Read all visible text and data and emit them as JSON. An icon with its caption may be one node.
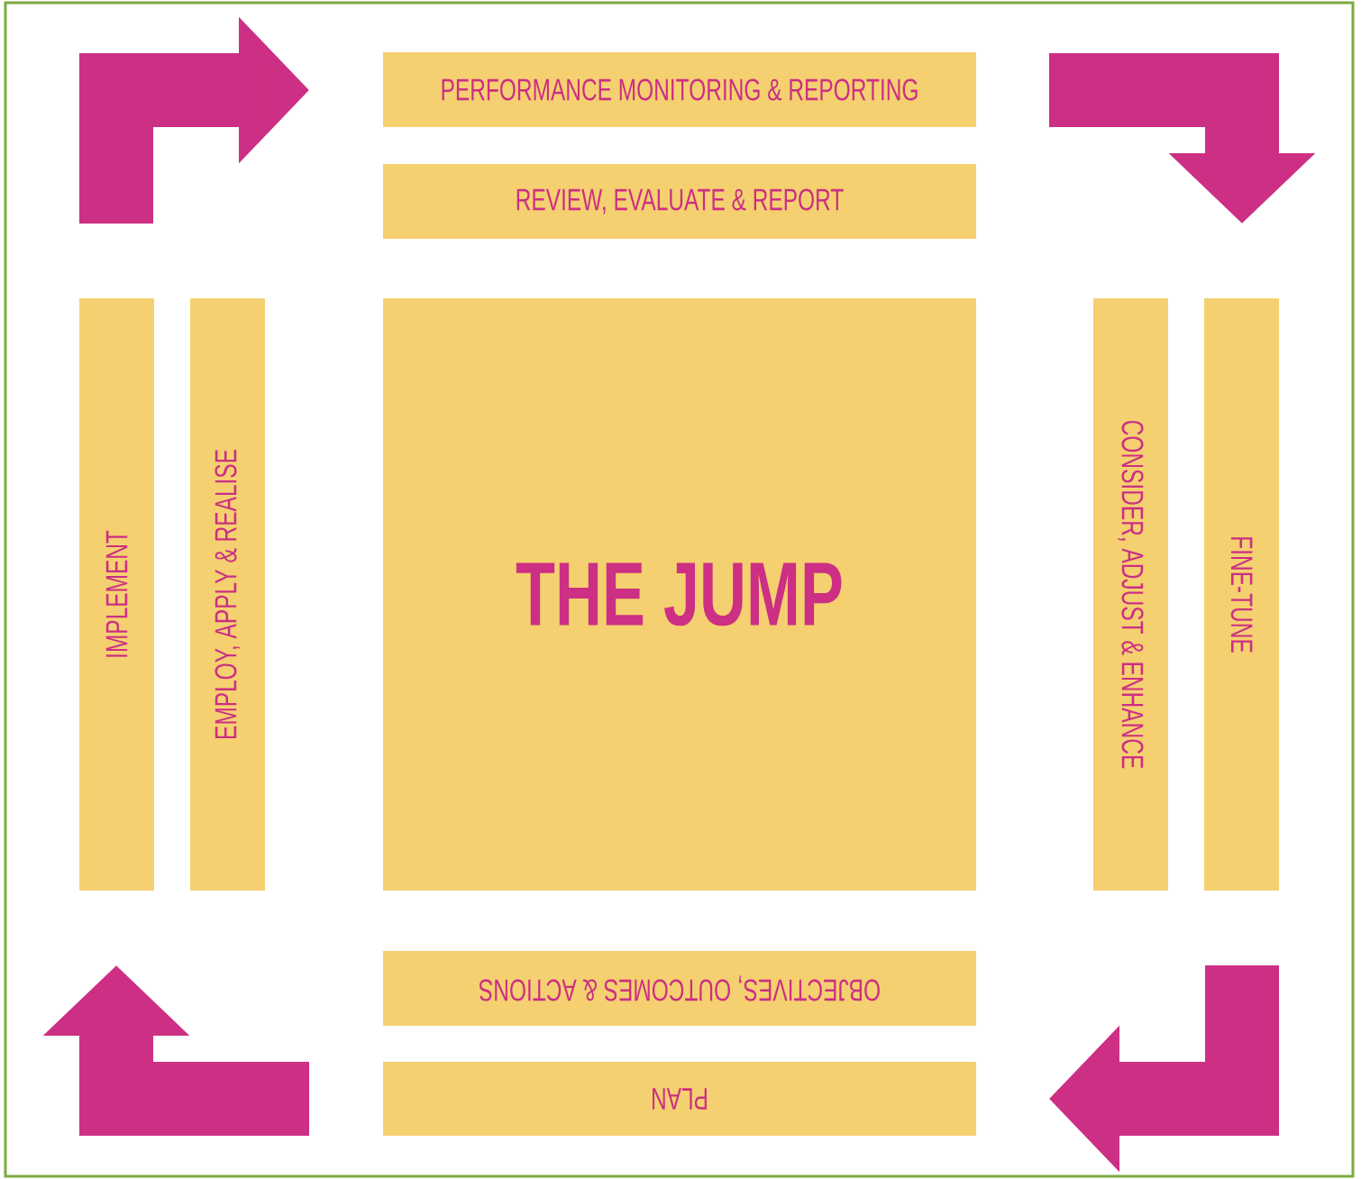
{
  "diagram": {
    "nodes": [
      {
        "text": [
          "PERFORMANCE MONITORING & REPORTING"
        ]
      },
      {
        "text": [
          "REVIEW, EVALUATE & REPORT"
        ]
      },
      {
        "text": [
          "IMPLEMENT"
        ]
      },
      {
        "text": [
          "EMPLOY, APPLY & REALISE"
        ]
      },
      {
        "text": [
          "THE JUMP"
        ]
      },
      {
        "text": [
          "CONSIDER, ADJUST & ENHANCE"
        ]
      },
      {
        "text": [
          "FINE-TUNE"
        ]
      },
      {
        "text": [
          "OBJECTIVES, OUTCOMES & ACTIONS"
        ]
      },
      {
        "text": [
          "PLAN"
        ]
      }
    ]
  }
}
